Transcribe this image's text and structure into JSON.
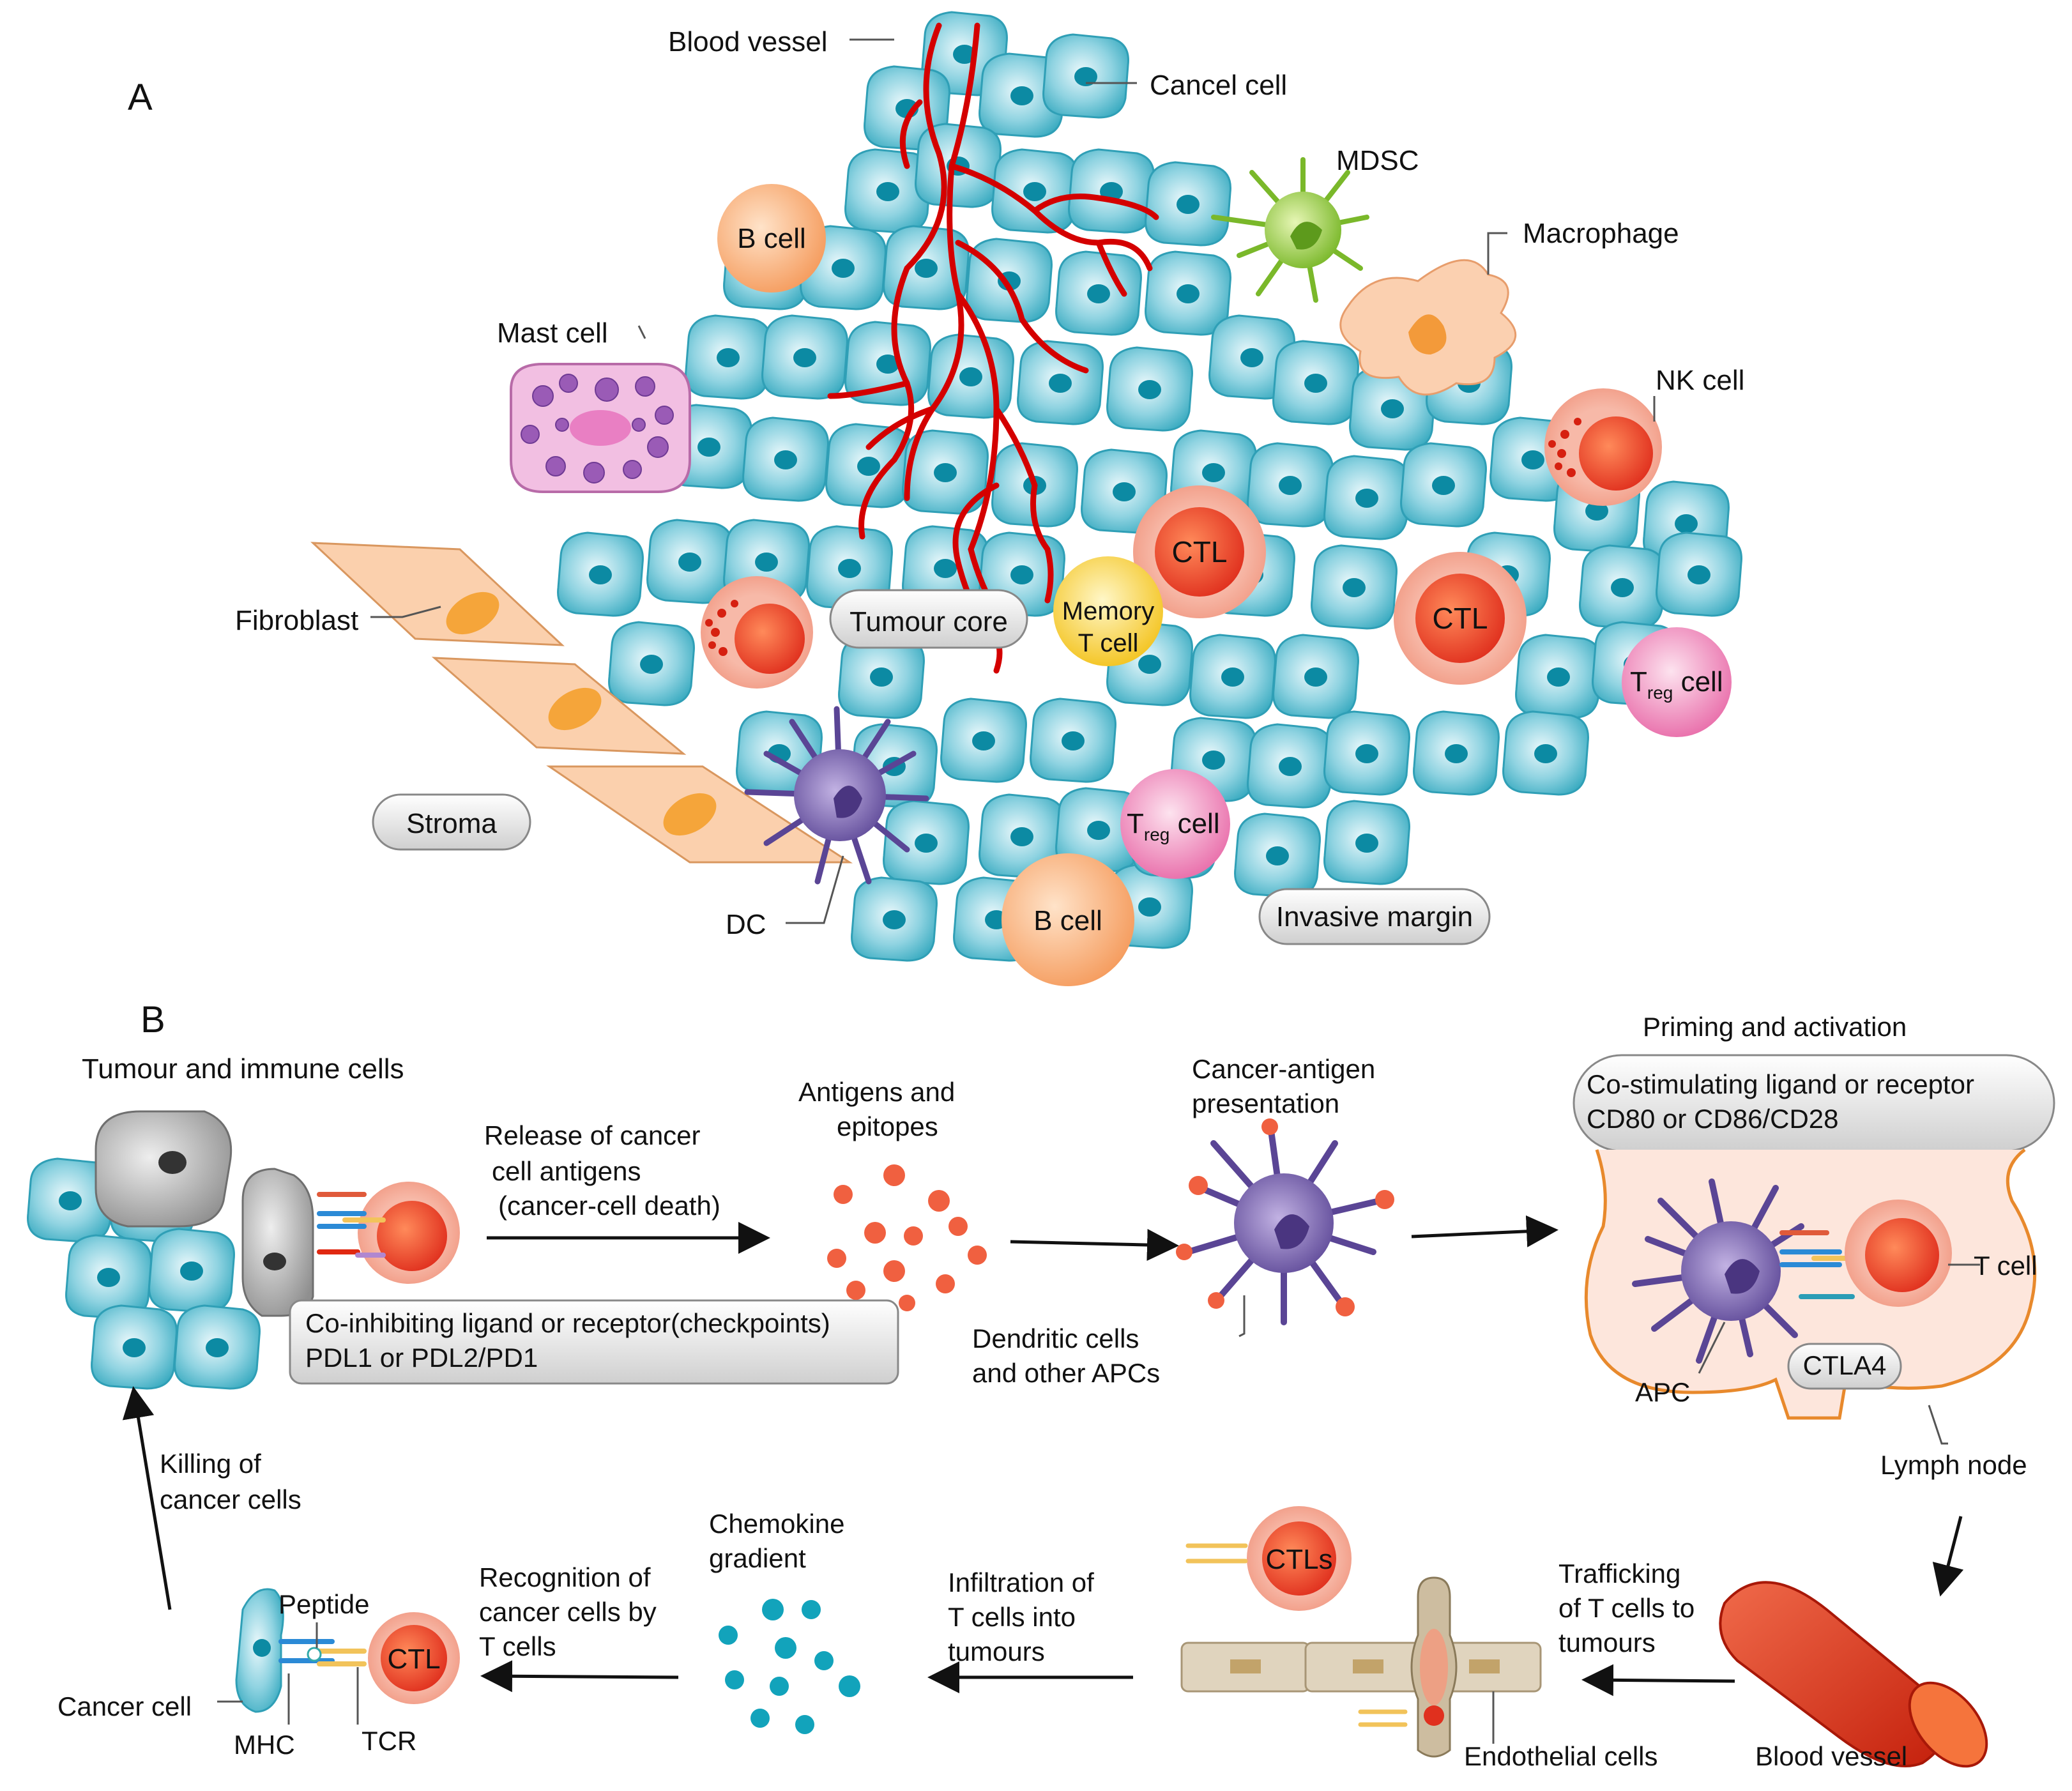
{
  "panelA": {
    "letter": "A",
    "labels": {
      "blood_vessel": "Blood vessel",
      "cancer_cell": "Cancel cell",
      "mdsc": "MDSC",
      "macrophage": "Macrophage",
      "b_cell": "B cell",
      "mast_cell": "Mast cell",
      "nk_cell": "NK cell",
      "ctl": "CTL",
      "memory_t_1": "Memory",
      "memory_t_2": "T cell",
      "fibroblast": "Fibroblast",
      "tumour_core": "Tumour core",
      "treg_T": "T",
      "treg_sub": "reg",
      "treg_cell": " cell",
      "stroma": "Stroma",
      "dc": "DC",
      "invasive_margin": "Invasive margin"
    }
  },
  "panelB": {
    "letter": "B",
    "labels": {
      "tumour_immune": "Tumour and immune cells",
      "release_1": "Release of cancer",
      "release_2": "cell antigens",
      "release_3": "(cancer-cell death)",
      "antigens_1": "Antigens and",
      "antigens_2": "epitopes",
      "presentation_1": "Cancer-antigen",
      "presentation_2": "presentation",
      "priming": "Priming and activation",
      "costim_1": "Co-stimulating ligand or receptor",
      "costim_2": "CD80 or CD86/CD28",
      "coinhib_1": "Co-inhibiting ligand or receptor(checkpoints)",
      "coinhib_2": "PDL1 or PDL2/PD1",
      "dendritic_1": "Dendritic cells",
      "dendritic_2": "and other APCs",
      "t_cell": "T cell",
      "apc": "APC",
      "ctla4": "CTLA4",
      "lymph_node": "Lymph node",
      "killing_1": "Killing of",
      "killing_2": "cancer cells",
      "chemokine_1": "Chemokine",
      "chemokine_2": "gradient",
      "recognition_1": "Recognition of",
      "recognition_2": "cancer cells by",
      "recognition_3": "T cells",
      "infiltration_1": "Infiltration of",
      "infiltration_2": "T cells into",
      "infiltration_3": "tumours",
      "ctls": "CTLs",
      "trafficking_1": "Trafficking",
      "trafficking_2": "of T cells to",
      "trafficking_3": "tumours",
      "peptide": "Peptide",
      "ctl": "CTL",
      "cancer_cell": "Cancer cell",
      "mhc": "MHC",
      "tcr": "TCR",
      "endothelial": "Endothelial cells",
      "blood_vessel": "Blood vessel"
    }
  },
  "colors": {
    "cancer_cell": "#3aafc4",
    "nucleus": "#0d8ea6",
    "vessel_red": "#d40000",
    "ctl_red": "#e8412b",
    "b_cell": "#f7a26a",
    "treg_pink": "#e86aa8",
    "mdsc_green": "#8cc63f",
    "dc_purple": "#6f5aa6",
    "fibroblast": "#f9c9a0",
    "mast_pink": "#d98fc9",
    "memory_yellow": "#f9d33c"
  }
}
